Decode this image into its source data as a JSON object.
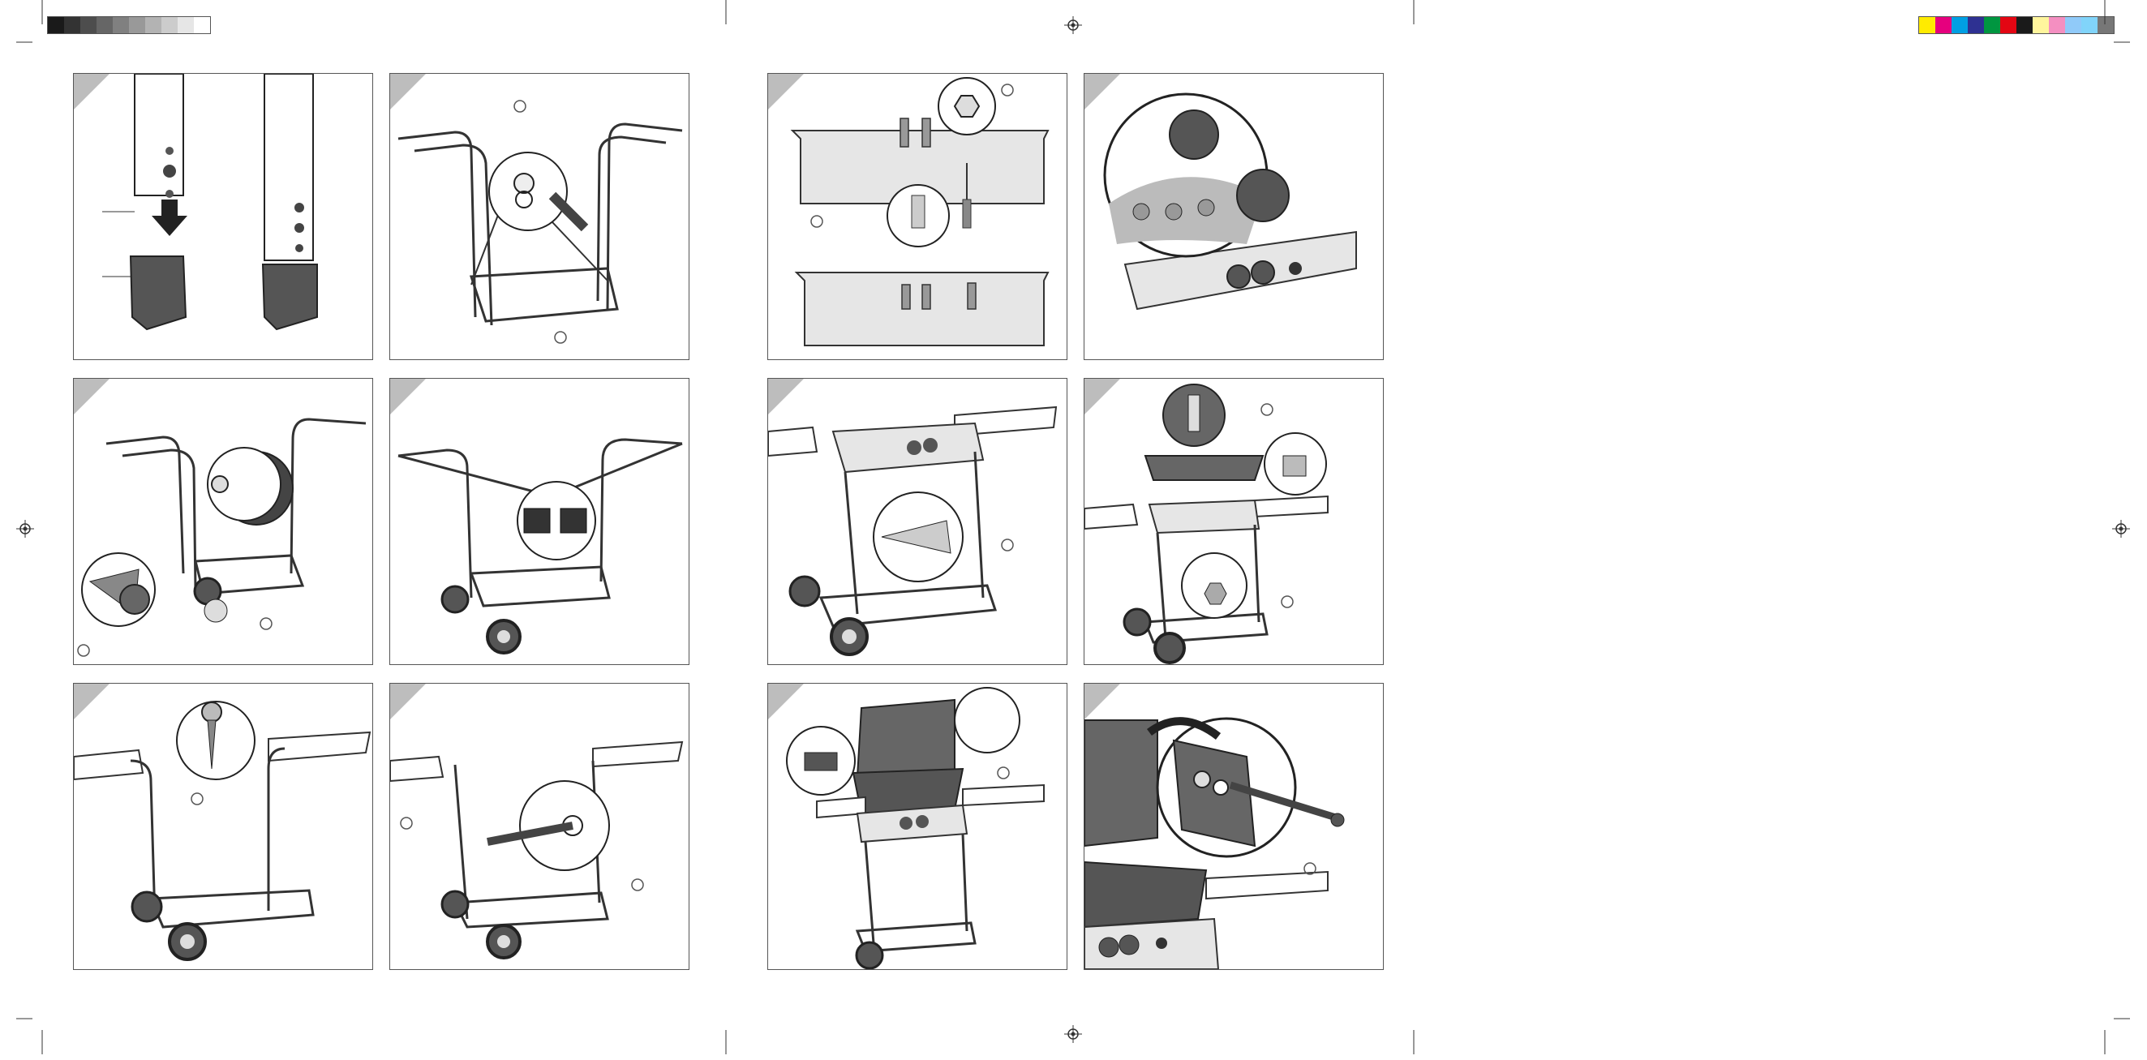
{
  "document": {
    "type": "print-sheet-assembly-instructions",
    "grayscale_calibration_bar": [
      "#1a1a1a",
      "#333333",
      "#4d4d4d",
      "#666666",
      "#808080",
      "#999999",
      "#b3b3b3",
      "#cccccc",
      "#e6e6e6",
      "#ffffff"
    ],
    "color_calibration_bar": [
      "#ffeb00",
      "#e6007e",
      "#009fe3",
      "#2e3192",
      "#009640",
      "#e30613",
      "#1a1a1a",
      "#fff59d",
      "#f48fc1",
      "#90caf9",
      "#81d4fa",
      "#777777"
    ],
    "steps": [
      {
        "content": "legs-and-feet"
      },
      {
        "content": "side-frames-and-screws"
      },
      {
        "content": "burner-valves-on-panel"
      },
      {
        "content": "control-knobs-on-panel"
      },
      {
        "content": "wheels-and-axle"
      },
      {
        "content": "frame-connectors"
      },
      {
        "content": "control-panel-mounted-on-trolley"
      },
      {
        "content": "firebox-and-grease-cup"
      },
      {
        "content": "side-shelves-screwed-on"
      },
      {
        "content": "shelf-brackets-and-screws"
      },
      {
        "content": "lid-and-firebox-mounted"
      },
      {
        "content": "lid-hinge-pin"
      }
    ]
  }
}
